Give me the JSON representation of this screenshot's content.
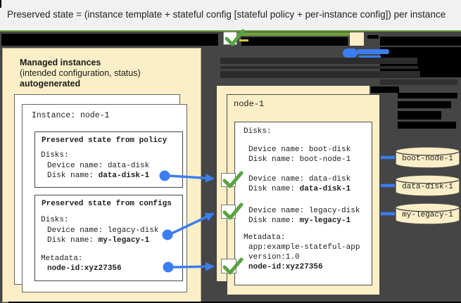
{
  "banner": {
    "formula": "Preserved state = (instance template + stateful config [stateful policy + per-instance config]) per instance"
  },
  "left_panel": {
    "title": "Managed instances",
    "subtitle": "(intended configuration, status)",
    "autogenerated": "autogenerated",
    "instance_card": {
      "title": "Instance: node-1",
      "policy_box": {
        "title": "Preserved state from policy",
        "disks_heading": "Disks:",
        "device_line": "Device name: data-disk",
        "disk_label": "Disk name: ",
        "disk_value": "data-disk-1"
      },
      "configs_box": {
        "title": "Preserved state from configs",
        "disks_heading": "Disks:",
        "device_line": "Device name: legacy-disk",
        "disk_label": "Disk name: ",
        "disk_value": "my-legacy-1",
        "metadata_heading": "Metadata:",
        "metadata_value": "node-id:xyz27356"
      }
    }
  },
  "right_panel": {
    "title": "node-1",
    "disks_heading": "Disks:",
    "boot_device_line": "Device name: boot-disk",
    "boot_disk_line": "Disk name: boot-node-1",
    "data_device_line": "Device name: data-disk",
    "data_disk_label": "Disk name: ",
    "data_disk_value": "data-disk-1",
    "legacy_device_line": "Device name: legacy-disk",
    "legacy_disk_label": "Disk name: ",
    "legacy_disk_value": "my-legacy-1",
    "metadata_heading": "Metadata:",
    "metadata_app_line": "app:example-stateful-app",
    "metadata_version_line": "version:1.0",
    "metadata_node_id": "node-id:xyz27356"
  },
  "disks": [
    {
      "name": "boot-node-1"
    },
    {
      "name": "data-disk-1"
    },
    {
      "name": "my-legacy-1"
    }
  ],
  "icons": {
    "checkmark": "green-checkmark-icon",
    "disk_cylinder": "database-cylinder-icon",
    "connector_dot": "blue-anchor-dot-icon",
    "connector_arrow": "blue-arrow-icon"
  },
  "colors": {
    "background": "#454545",
    "banner_bg": "#F1F1F1",
    "panel_cream": "#FCEFC7",
    "accent_green": "#58A342",
    "green_line": "#6D9E3F",
    "accent_blue": "#3C7DF0",
    "yellow_dash": "#D9C63C",
    "redaction_black": "#000000"
  }
}
